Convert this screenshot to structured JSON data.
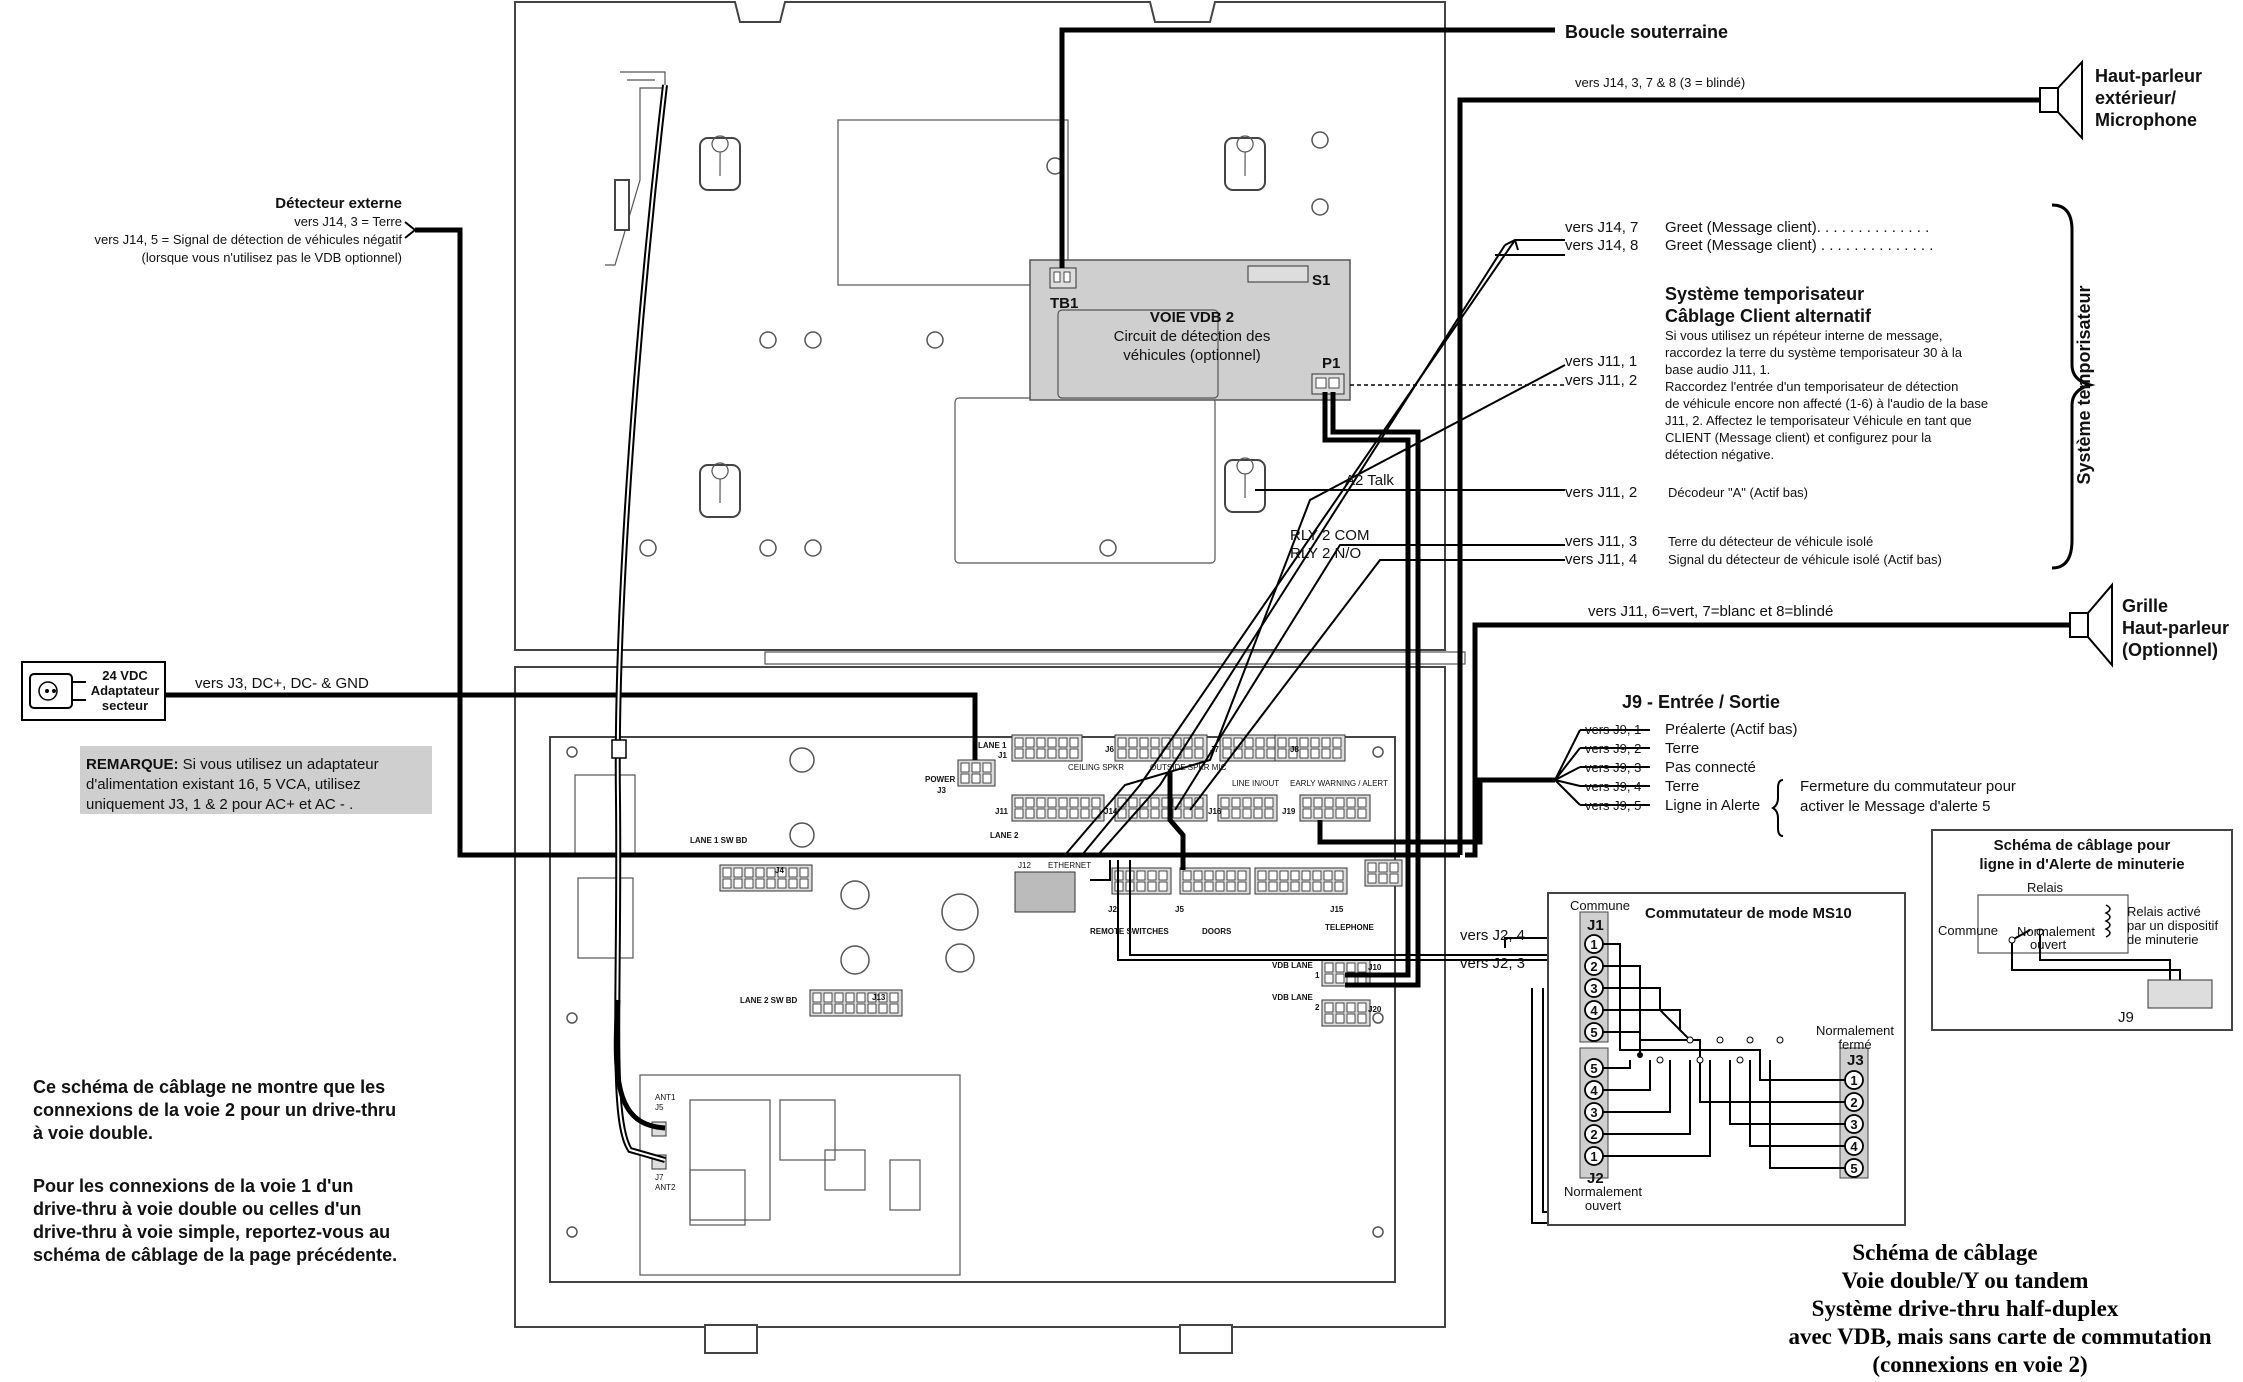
{
  "labels": {
    "boucle": "Boucle souterraine",
    "vers_j14_378": "vers J14, 3, 7 & 8 (3 = blindé)",
    "hp_ext_1": "Haut-parleur",
    "hp_ext_2": "extérieur/",
    "hp_ext_3": "Microphone",
    "det_title": "Détecteur externe",
    "det_l1": "vers J14, 3 = Terre",
    "det_l2": "vers J14, 5 = Signal de détection de véhicules négatif",
    "det_l3": "(lorsque vous n'utilisez pas le VDB optionnel)",
    "vers_j14_7": "vers J14, 7",
    "greet_7": "Greet (Message client). . . . . . . . . . . . . .",
    "vers_j14_8": "vers J14, 8",
    "greet_8": "Greet (Message client) . . . . . . . . . . . . . .",
    "tmp_title1": "Système temporisateur",
    "tmp_title2": "Câblage Client alternatif",
    "tmp_p1": "Si vous utilisez un répéteur interne de message,",
    "tmp_p2": "raccordez la terre du système temporisateur 30 à la",
    "tmp_p3": "base audio J11, 1.",
    "tmp_p4": "Raccordez l'entrée d'un temporisateur de détection",
    "tmp_p5": "de véhicule encore non affecté (1-6) à l'audio de la base",
    "tmp_p6": "J11, 2. Affectez le temporisateur Véhicule en tant que",
    "tmp_p7": "CLIENT (Message client) et configurez pour la",
    "tmp_p8": "détection négative.",
    "vers_j11_1": "vers J11,  1",
    "vers_j11_2": "vers J11,  2",
    "vers_j11_2b": "vers J11,  2",
    "decodeur": "Décodeur \"A\" (Actif bas)",
    "vers_j11_3": "vers J11,  3",
    "terre_det": "Terre du détecteur de véhicule isolé",
    "vers_j11_4": "vers J11,  4",
    "signal_det": "Signal du détecteur de véhicule isolé  (Actif bas)",
    "sys_tmp_vert": "Système temporisateur",
    "a2talk": "A2 Talk",
    "rly_com": "RLY 2 COM",
    "rly_no": "RLY 2 N/O",
    "vers_j11_678": "vers J11, 6=vert, 7=blanc et 8=blindé",
    "grille_1": "Grille",
    "grille_2": "Haut-parleur",
    "grille_3": "(Optionnel)",
    "tb1": "TB1",
    "s1": "S1",
    "p1": "P1",
    "vdb_title": "VOIE VDB 2",
    "vdb_l1": "Circuit de détection des",
    "vdb_l2": "véhicules (optionnel)",
    "adapt_1": "24 VDC",
    "adapt_2": "Adaptateur",
    "adapt_3": "secteur",
    "vers_j3": "vers J3, DC+, DC- & GND",
    "rem_b": "REMARQUE:",
    "rem_1": " Si vous utilisez un adaptateur",
    "rem_2": "d'alimentation existant 16, 5 VCA, utilisez",
    "rem_3": "uniquement J3, 1 & 2 pour AC+ et AC - .",
    "j9_title": "J9 - Entrée / Sortie",
    "vers_j9_1": "vers J9,  1",
    "prealerte": "Préalerte (Actif bas)",
    "vers_j9_2": "vers J9,  2",
    "terre1": "Terre",
    "vers_j9_3": "vers J9,  3",
    "pas_conn": "Pas connecté",
    "vers_j9_4": "vers J9,  4",
    "terre2": "Terre",
    "vers_j9_5": "vers J9,  5",
    "ligne_alerte": "Ligne in Alerte",
    "ferm_1": "Fermeture du commutateur pour",
    "ferm_2": "activer le Message d'alerte 5",
    "sch_min_1": "Schéma de câblage pour",
    "sch_min_2": "ligne in d'Alerte de minuterie",
    "relais": "Relais",
    "commune_r": "Commune",
    "norm_ouvert_r1": "Normalement",
    "norm_ouvert_r2": "ouvert",
    "relais_act_1": "Relais activé",
    "relais_act_2": "par un dispositif",
    "relais_act_3": "de minuterie",
    "j9_small": "J9",
    "vers_j2_4": "vers J2, 4",
    "vers_j2_3": "vers J2, 3",
    "commune_ms": "Commune",
    "ms10": "Commutateur de mode MS10",
    "j1": "J1",
    "j2": "J2",
    "j3": "J3",
    "norm_ferme_1": "Normalement",
    "norm_ferme_2": "fermé",
    "norm_ouv_1": "Normalement",
    "norm_ouv_2": "ouvert",
    "note_1": "Ce schéma de câblage ne montre que les",
    "note_2": "connexions de la voie 2 pour un drive-thru",
    "note_3": "à voie double.",
    "note_4": "Pour les connexions de la voie 1 d'un",
    "note_5": "drive-thru à voie double ou celles d'un",
    "note_6": "drive-thru à voie simple, reportez-vous au",
    "note_7": "schéma de câblage de la page précédente.",
    "cap_1": "Schéma de câblage",
    "cap_2": "Voie double/Y ou tandem",
    "cap_3": "Système drive-thru half-duplex",
    "cap_4": "avec VDB, mais sans carte de commutation",
    "cap_5": "(connexions en voie 2)",
    "pb_power": "POWER",
    "pb_j3": "J3",
    "pb_lane1": "LANE 1",
    "pb_j1": "J1",
    "pb_j6": "J6",
    "pb_j7": "J7",
    "pb_j8": "J8",
    "pb_j11": "J11",
    "pb_j14": "J14",
    "pb_j16": "J16",
    "pb_j19": "J19",
    "pb_lane2": "LANE 2",
    "pb_ceiling": "CEILING SPKR",
    "pb_outside": "OUTSIDE SPKR MIC",
    "pb_linein": "LINE IN/OUT",
    "pb_early": "EARLY WARNING / ALERT",
    "pb_lane1sw": "LANE 1 SW BD",
    "pb_j4": "J4",
    "pb_j12": "J12",
    "pb_ethernet": "ETHERNET",
    "pb_j2": "J2",
    "pb_j5": "J5",
    "pb_j15": "J15",
    "pb_remote": "REMOTE  SWITCHES",
    "pb_doors": "DOORS",
    "pb_telephone": "TELEPHONE",
    "pb_vdb1": "VDB LANE",
    "pb_vdb1n": "1",
    "pb_j10": "J10",
    "pb_vdb2": "VDB LANE",
    "pb_vdb2n": "2",
    "pb_j20": "J20",
    "pb_lane2sw": "LANE 2 SW BD",
    "pb_j13": "J13",
    "pb_ant1": "ANT1",
    "pb_j5b": "J5",
    "pb_j7b": "J7",
    "pb_ant2": "ANT2"
  },
  "pins": {
    "n1": "1",
    "n2": "2",
    "n3": "3",
    "n4": "4",
    "n5": "5"
  }
}
